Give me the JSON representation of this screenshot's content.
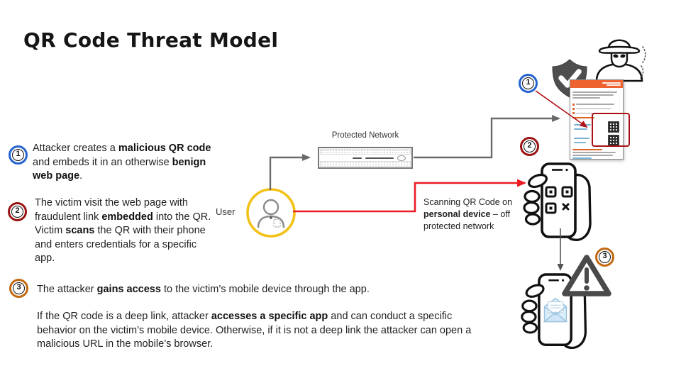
{
  "title": "QR Code Threat Model",
  "steps": {
    "one": {
      "number": "1",
      "seg1": "Attacker creates a ",
      "seg2": "malicious QR code",
      "seg3": " and embeds it in an otherwise ",
      "seg4": "benign web page",
      "seg5": "."
    },
    "two": {
      "number": "2",
      "seg1": "The victim visit the web page with fraudulent link ",
      "seg2": "embedded",
      "seg3": " into the QR. Victim ",
      "seg4": "scans",
      "seg5": " the QR with their phone and enters credentials for a specific app."
    },
    "three": {
      "number": "3",
      "para1_seg1": "The attacker ",
      "para1_seg2": "gains access",
      "para1_seg3": " to the victim’s mobile device through the app.",
      "para2_seg1": "If the QR code is a deep link, attacker ",
      "para2_seg2": "accesses a specific app",
      "para2_seg3": " and can conduct a specific behavior on the victim’s mobile device. Otherwise, if it is not a deep link the attacker can open a malicious URL in the mobile’s browser."
    }
  },
  "diagram": {
    "user_label": "User",
    "network_label": "Protected Network",
    "scan_seg1": "Scanning QR Code on ",
    "scan_seg2": "personal device",
    "scan_seg3": " – off protected network"
  },
  "icons": {
    "shield": "shield-check-icon",
    "attacker": "spy-icon",
    "webpage": "malicious-webpage-thumbnail",
    "phone_qr": "hand-phone-qr-icon",
    "phone_mail": "hand-phone-email-icon",
    "warning": "warning-triangle-icon",
    "user": "user-avatar-icon",
    "router": "protected-network-router"
  },
  "colors": {
    "badge_blue": "#2463cf",
    "badge_dark_red": "#9b1212",
    "badge_orange": "#c2690f",
    "arrow_red": "#ec1c24",
    "arrow_dark_red": "#b01217",
    "connector_gray": "#6a6a6a",
    "user_ring_yellow": "#f3c219",
    "flyer_orange": "#ee6230",
    "shield_gray": "#4e4e4e"
  }
}
